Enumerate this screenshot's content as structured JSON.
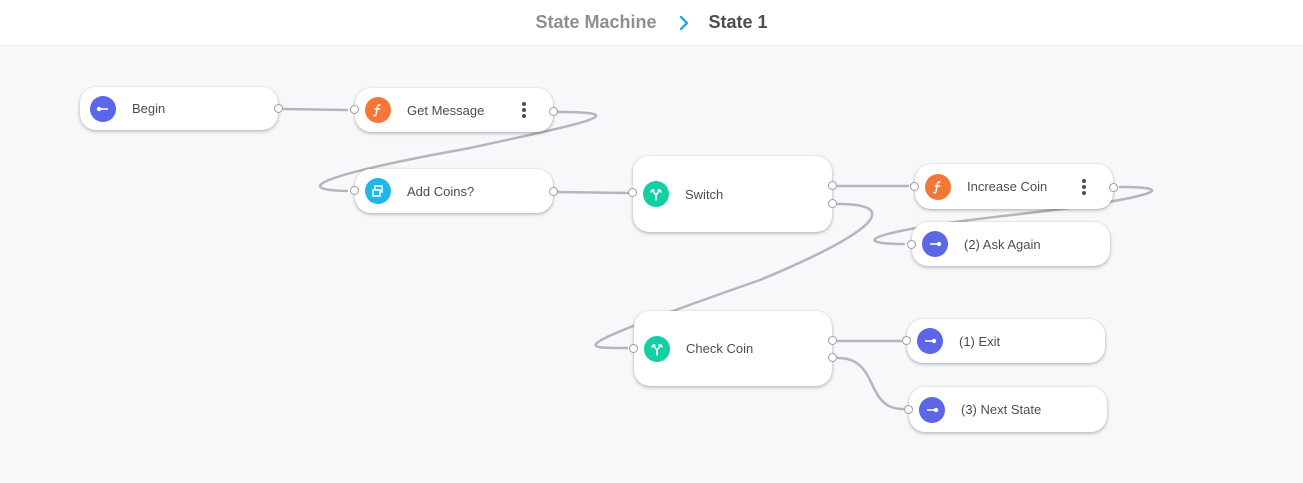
{
  "breadcrumb": {
    "parent": "State Machine",
    "current": "State 1"
  },
  "colors": {
    "event": "#5b67e6",
    "function": "#f4773a",
    "condition": "#1fb6e8",
    "switch": "#12d0a3",
    "wire": "#b4b6b9"
  },
  "nodes": {
    "begin": {
      "label": "Begin",
      "icon": "event-start-icon"
    },
    "get_message": {
      "label": "Get Message",
      "icon": "function-icon"
    },
    "add_coins": {
      "label": "Add Coins?",
      "icon": "condition-icon"
    },
    "switch": {
      "label": "Switch",
      "icon": "switch-icon"
    },
    "increase_coin": {
      "label": "Increase Coin",
      "icon": "function-icon"
    },
    "ask_again": {
      "label": "(2) Ask Again",
      "icon": "event-end-icon"
    },
    "check_coin": {
      "label": "Check Coin",
      "icon": "switch-icon"
    },
    "exit": {
      "label": "(1) Exit",
      "icon": "event-end-icon"
    },
    "next_state": {
      "label": "(3) Next State",
      "icon": "event-end-icon"
    }
  }
}
